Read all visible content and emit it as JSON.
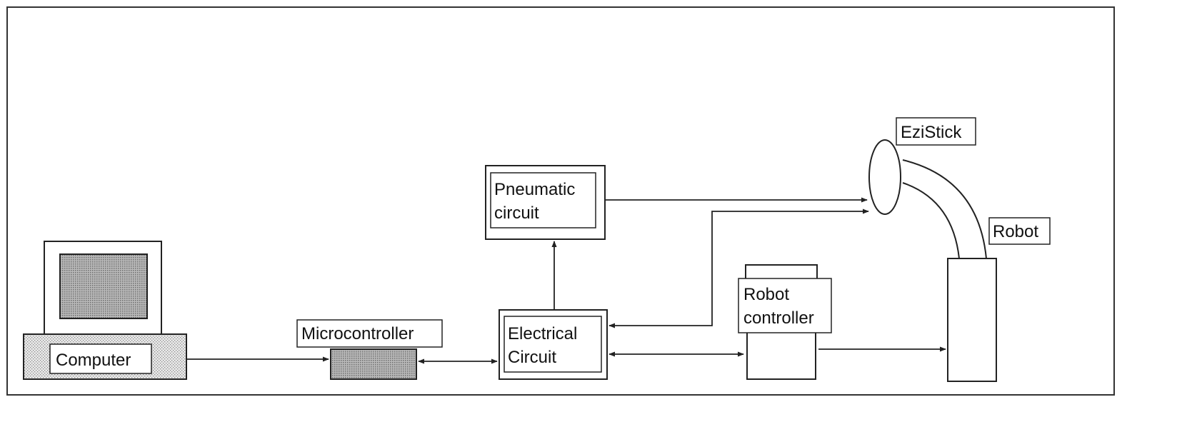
{
  "labels": {
    "ezistick": "EziStick",
    "robot": "Robot",
    "pneumatic_line1": "Pneumatic",
    "pneumatic_line2": "circuit",
    "robot_controller_line1": "Robot",
    "robot_controller_line2": "controller",
    "microcontroller": "Microcontroller",
    "electrical_line1": "Electrical",
    "electrical_line2": "Circuit",
    "computer": "Computer"
  }
}
